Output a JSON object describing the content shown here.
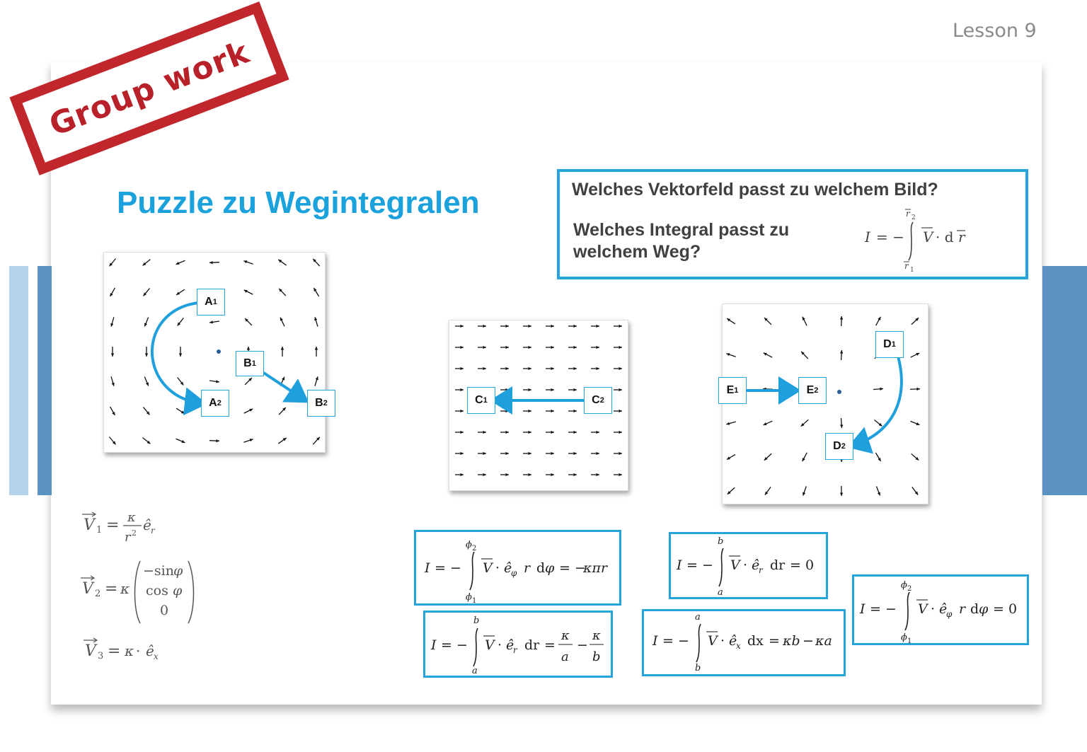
{
  "header": {
    "lesson": "Lesson 9"
  },
  "stamp": {
    "text": "Group work"
  },
  "slide": {
    "title": "Puzzle zu Wegintegralen",
    "question1": "Welches Vektorfeld passt zu welchem Bild?",
    "question2": "Welches Integral passt zu welchem Weg?"
  },
  "labels": {
    "a1": "A",
    "a2": "A",
    "b1": "B",
    "b2": "B",
    "c1": "C",
    "c2": "C",
    "d1": "D",
    "d2": "D",
    "e1": "E",
    "e2": "E",
    "sub1": "1",
    "sub2": "2"
  },
  "colors": {
    "accent": "#24a3dd",
    "title": "#1ba1dc",
    "stamp": "#c0262c",
    "sidebar_dark": "#5b91c3",
    "sidebar_light": "#b6d3ec"
  },
  "fields": {
    "v1": {
      "name": "V",
      "index": "1",
      "rhs": "= κ/r² ê_r"
    },
    "v2": {
      "name": "V",
      "index": "2",
      "rhs": "= κ (−sin φ, cos φ, 0)"
    },
    "v3": {
      "name": "V",
      "index": "3",
      "rhs": "= κ · ê_x"
    }
  },
  "integrals": {
    "general": "I = − ∫ V · dr",
    "f1": "I = − ∫ V · ê_φ r dφ = − κπr",
    "f2": "I = − ∫ V · ê_r dr = κ/a − κ/b",
    "f3": "I = − ∫ V · ê_r dr = 0",
    "f4": "I = − ∫ V · ê_x dx = κb − κa",
    "f5": "I = − ∫ V · ê_φ r dφ = 0"
  }
}
